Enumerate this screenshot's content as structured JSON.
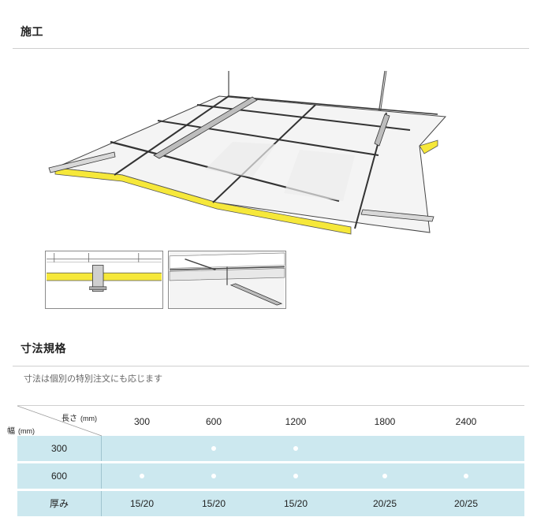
{
  "section1": {
    "title": "施工"
  },
  "section2": {
    "title": "寸法規格",
    "note": "寸法は個別の特別注文にも応じます"
  },
  "table": {
    "corner_length_label": "長さ",
    "corner_length_unit": "(mm)",
    "corner_width_label": "幅",
    "corner_width_unit": "(mm)",
    "columns": [
      "300",
      "600",
      "1200",
      "1800",
      "2400"
    ],
    "rows": [
      {
        "label": "300",
        "available": [
          false,
          true,
          true,
          false,
          false
        ]
      },
      {
        "label": "600",
        "available": [
          true,
          true,
          true,
          true,
          true
        ]
      }
    ],
    "thickness": {
      "label": "厚み",
      "values": [
        "15/20",
        "15/20",
        "15/20",
        "20/25",
        "20/25"
      ]
    }
  },
  "colors": {
    "accent_yellow": "#f6e83a",
    "table_row_bg": "#cce8ef",
    "rule": "#cfcfcf"
  }
}
